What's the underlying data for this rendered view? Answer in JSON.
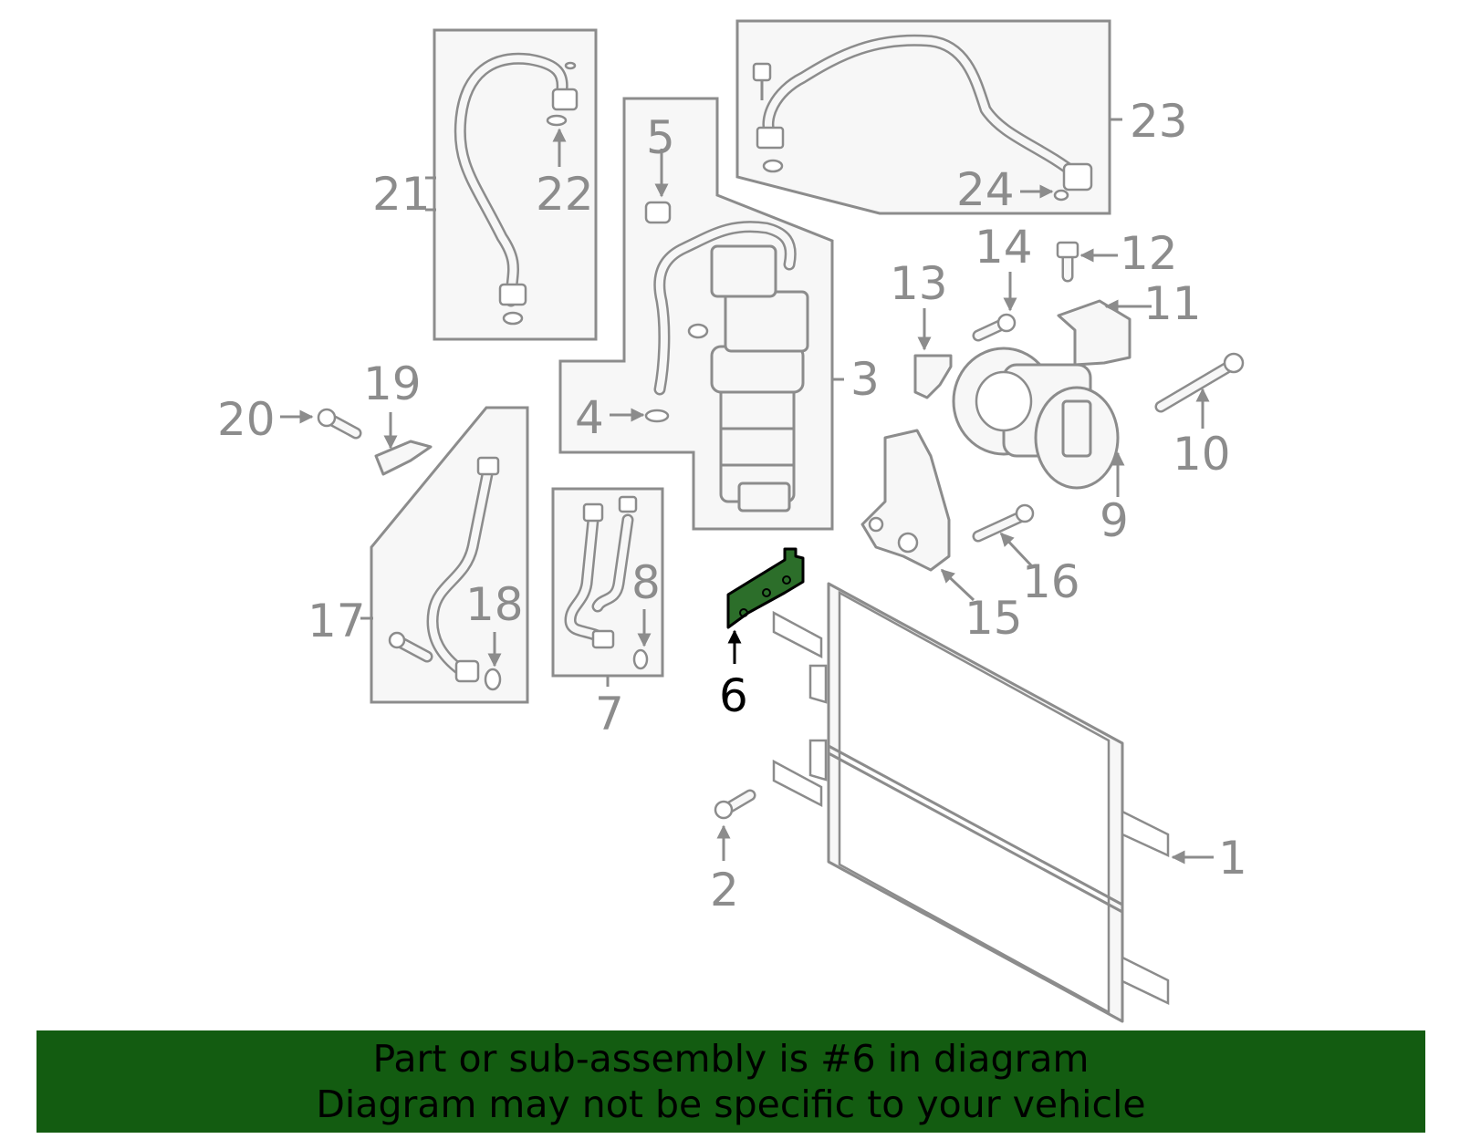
{
  "banner": {
    "line1": "Part or sub-assembly is #6 in diagram",
    "line2": "Diagram may not be specific to your vehicle",
    "background_color": "#135c11"
  },
  "diagram": {
    "highlighted_part": "6",
    "highlight_color": "#2c6e2a",
    "callouts": {
      "c1": "1",
      "c2": "2",
      "c3": "3",
      "c4": "4",
      "c5": "5",
      "c6": "6",
      "c7": "7",
      "c8": "8",
      "c9": "9",
      "c10": "10",
      "c11": "11",
      "c12": "12",
      "c13": "13",
      "c14": "14",
      "c15": "15",
      "c16": "16",
      "c17": "17",
      "c18": "18",
      "c19": "19",
      "c20": "20",
      "c21": "21",
      "c22": "22",
      "c23": "23",
      "c24": "24"
    }
  }
}
